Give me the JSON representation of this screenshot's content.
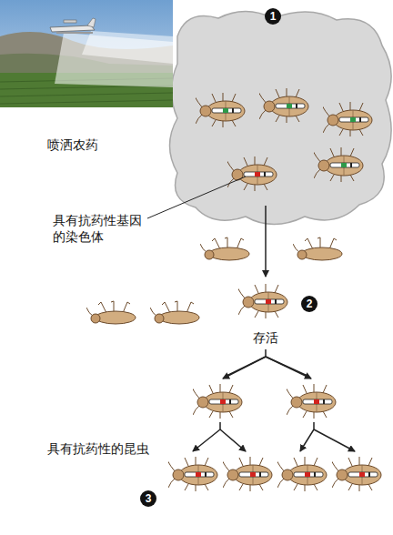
{
  "diagram": {
    "labels": [
      "喷洒农药",
      "1",
      "具有抗药性基因的染色体",
      "2",
      "存活",
      "具有抗药性的昆虫",
      "3"
    ]
  }
}
